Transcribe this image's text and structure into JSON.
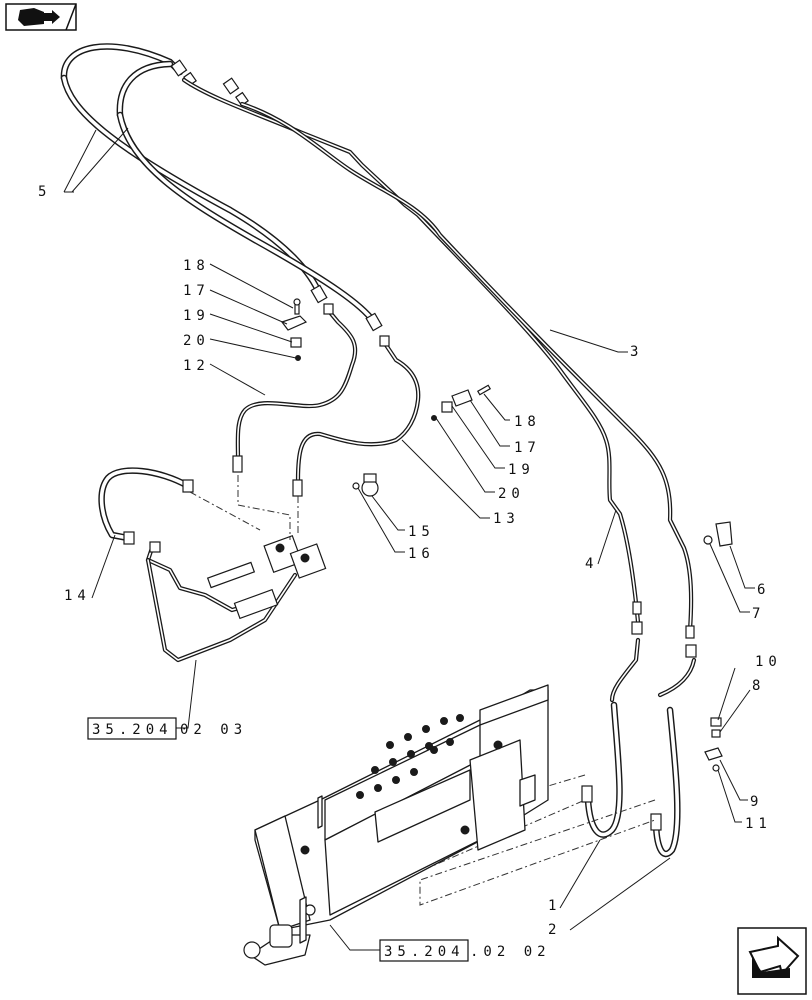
{
  "labels": {
    "p1": "1",
    "p2": "2",
    "p3": "3",
    "p4": "4",
    "p5": "5",
    "p6": "6",
    "p7": "7",
    "p8": "8",
    "p9": "9",
    "p10": "10",
    "p11": "11",
    "p12": "12",
    "p13": "13",
    "p14": "14",
    "p15": "15",
    "p16": "16",
    "p17a": "17",
    "p18a": "18",
    "p19a": "19",
    "p20a": "20",
    "p17b": "17",
    "p18b": "18",
    "p19b": "19",
    "p20b": "20"
  },
  "references": {
    "ref_valve_box": "35.204",
    "ref_valve_suffix": "02 03",
    "ref_frame_box": "35.204",
    "ref_frame_suffix": ".02 02"
  },
  "icons": {
    "top_left": "book-arrow-icon",
    "bottom_right": "next-page-arrow-icon"
  }
}
